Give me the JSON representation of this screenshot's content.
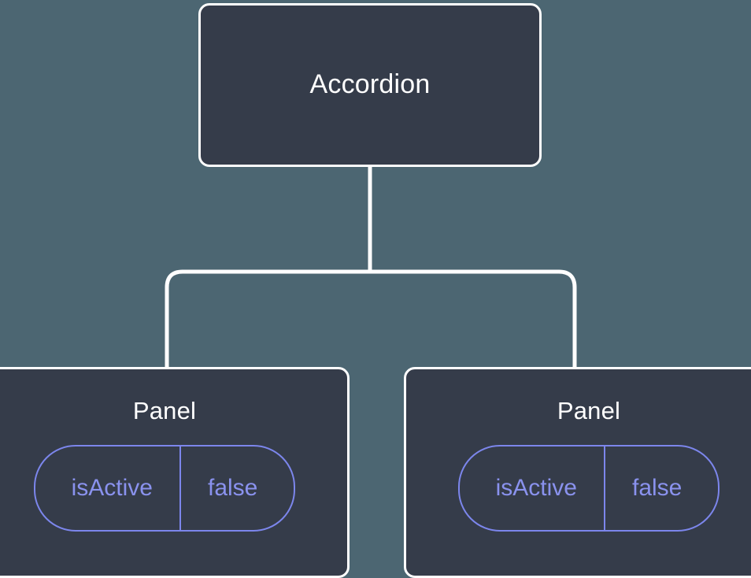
{
  "diagram": {
    "type": "component-tree",
    "background_color": "#4c6672",
    "node_fill_color": "#353c4a",
    "node_border_color": "#ffffff",
    "edge_color": "#ffffff",
    "accent_color": "#7c86ec",
    "prop_text_color": "#8a92ee"
  },
  "root": {
    "title": "Accordion"
  },
  "children": [
    {
      "title": "Panel",
      "prop": {
        "key": "isActive",
        "value": "false"
      }
    },
    {
      "title": "Panel",
      "prop": {
        "key": "isActive",
        "value": "false"
      }
    }
  ]
}
